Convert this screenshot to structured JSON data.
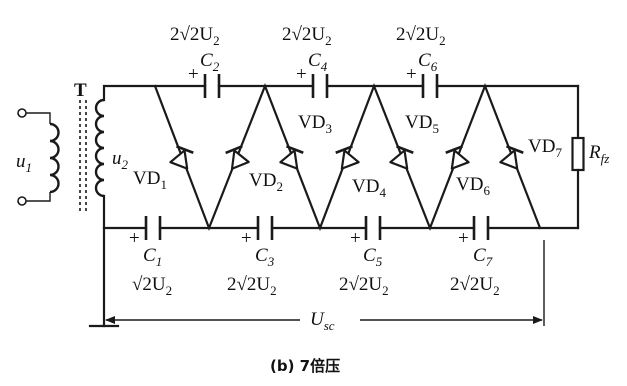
{
  "transformer": {
    "label": "T",
    "primary": "u",
    "primary_sub": "1",
    "secondary": "u",
    "secondary_sub": "2"
  },
  "capacitors": [
    {
      "name": "C",
      "sub": "1",
      "rating": "√2U",
      "rating_sub": "2"
    },
    {
      "name": "C",
      "sub": "2",
      "rating": "2√2U",
      "rating_sub": "2"
    },
    {
      "name": "C",
      "sub": "3",
      "rating": "2√2U",
      "rating_sub": "2"
    },
    {
      "name": "C",
      "sub": "4",
      "rating": "2√2U",
      "rating_sub": "2"
    },
    {
      "name": "C",
      "sub": "5",
      "rating": "2√2U",
      "rating_sub": "2"
    },
    {
      "name": "C",
      "sub": "6",
      "rating": "2√2U",
      "rating_sub": "2"
    },
    {
      "name": "C",
      "sub": "7",
      "rating": "2√2U",
      "rating_sub": "2"
    }
  ],
  "polarity_mark": "+",
  "diodes": [
    {
      "name": "VD",
      "sub": "1"
    },
    {
      "name": "VD",
      "sub": "2"
    },
    {
      "name": "VD",
      "sub": "3"
    },
    {
      "name": "VD",
      "sub": "4"
    },
    {
      "name": "VD",
      "sub": "5"
    },
    {
      "name": "VD",
      "sub": "6"
    },
    {
      "name": "VD",
      "sub": "7"
    }
  ],
  "load": {
    "name": "R",
    "sub": "fz"
  },
  "output": {
    "name": "U",
    "sub": "sc"
  },
  "caption": "(b) 7倍压"
}
